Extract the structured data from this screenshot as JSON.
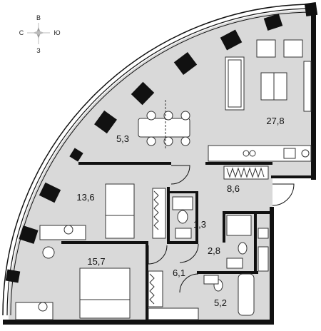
{
  "compass": {
    "north": "В",
    "west": "С",
    "east": "Ю",
    "south": "З"
  },
  "rooms": [
    {
      "id": "living-kitchen",
      "area": "27,8"
    },
    {
      "id": "dining",
      "area": "5,3"
    },
    {
      "id": "hall",
      "area": "8,6"
    },
    {
      "id": "bedroom-1",
      "area": "13,6"
    },
    {
      "id": "bathroom-1",
      "area": "1,3"
    },
    {
      "id": "bedroom-2",
      "area": "15,7"
    },
    {
      "id": "bathroom-2",
      "area": "2,8"
    },
    {
      "id": "corridor",
      "area": "6,1"
    },
    {
      "id": "bathroom-3",
      "area": "5,2"
    }
  ],
  "colors": {
    "floor": "#d9d9d9",
    "wall": "#111111",
    "furniture": "#ffffff",
    "background": "#ffffff"
  }
}
